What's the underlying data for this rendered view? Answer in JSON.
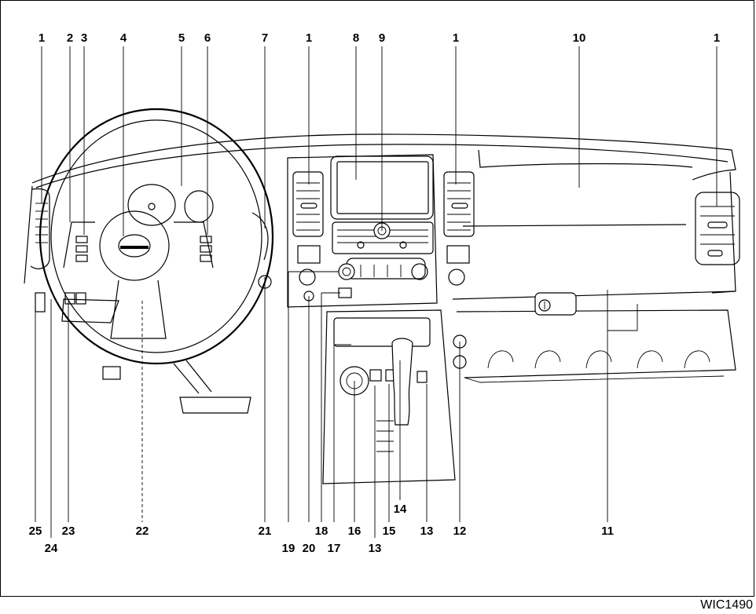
{
  "callouts": {
    "top": [
      "1",
      "2",
      "3",
      "4",
      "5",
      "6",
      "7",
      "1",
      "8",
      "9",
      "1",
      "10",
      "1"
    ],
    "bottom": [
      "25",
      "23",
      "22",
      "21",
      "19",
      "20",
      "18",
      "17",
      "16",
      "15",
      "14",
      "13",
      "12",
      "11"
    ],
    "bottom2": [
      "24",
      "13"
    ]
  },
  "figure_code": "WIC1490"
}
